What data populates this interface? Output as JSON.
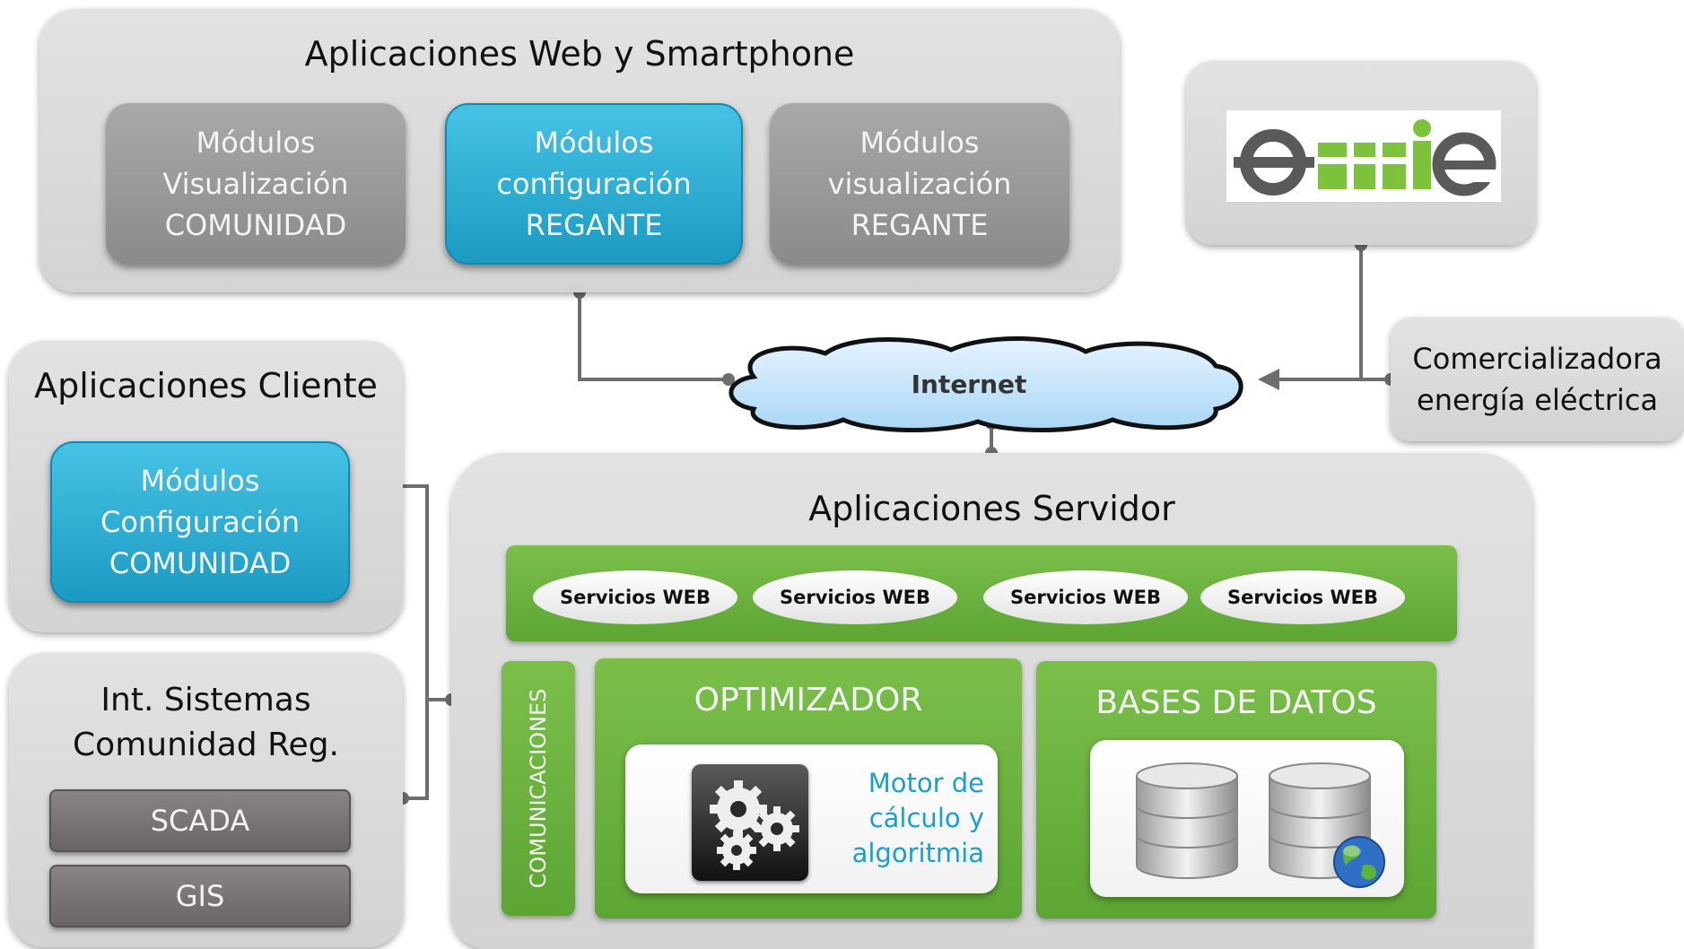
{
  "web_panel": {
    "title": "Aplicaciones Web y Smartphone",
    "modules": [
      {
        "label": "Módulos\nVisualización\nCOMUNIDAD"
      },
      {
        "label": "Módulos\nconfiguración\nREGANTE"
      },
      {
        "label": "Módulos\nvisualización\nREGANTE"
      }
    ]
  },
  "omie": {
    "logo_text": "omie"
  },
  "internet": {
    "label": "Internet"
  },
  "comercializadora": {
    "label": "Comercializadora\nenergía eléctrica"
  },
  "cliente_panel": {
    "title": "Aplicaciones Cliente",
    "module": "Módulos\nConfiguración\nCOMUNIDAD"
  },
  "int_panel": {
    "title": "Int.  Sistemas\nComunidad Reg.",
    "items": [
      "SCADA",
      "GIS"
    ]
  },
  "server_panel": {
    "title": "Aplicaciones Servidor",
    "services": [
      "Servicios WEB",
      "Servicios WEB",
      "Servicios WEB",
      "Servicios WEB"
    ],
    "comunicaciones": "COMUNICACIONES",
    "optimizador": {
      "title": "OPTIMIZADOR",
      "engine_text": "Motor de\ncálculo y\nalgoritmia"
    },
    "bases": {
      "title": "BASES DE DATOS"
    }
  },
  "colors": {
    "panel_gray": "#d8d8d8",
    "module_gray": "#999999",
    "module_blue": "#2eb0d8",
    "green": "#6bb33f",
    "engine_text": "#1a9fd0",
    "omie_gray": "#5a5a5a",
    "omie_green": "#7dc23b"
  }
}
